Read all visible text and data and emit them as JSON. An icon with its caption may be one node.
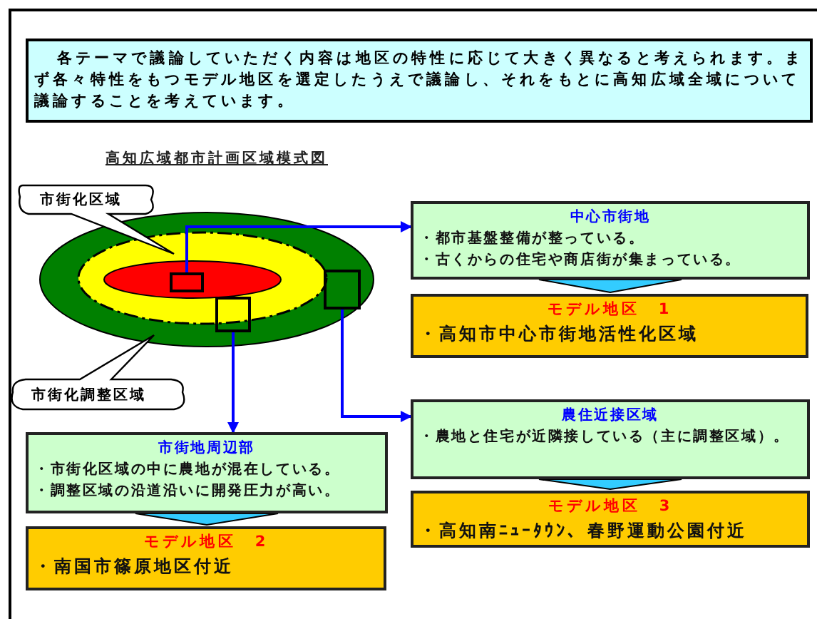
{
  "diagram": {
    "title": "高知広域都市計画区域模式図",
    "nodes": [
      {
        "text": [
          "各テーマで議論していただく内容は地区の特性に応じて大きく異なると考えられます。まず各々特性をもつモデル地区を選定したうえで議論し、それをもとに高知広域全域について議論することを考えています。"
        ]
      },
      {
        "text": [
          "市街化区域"
        ]
      },
      {
        "text": [
          "市街化調整区域"
        ]
      },
      {
        "text": [],
        "shape": "box"
      },
      {
        "text": [],
        "shape": "box"
      },
      {
        "text": [],
        "shape": "box"
      },
      {
        "text": [
          "中心市街地",
          "・都市基盤整備が整っている。",
          "・古くからの住宅や商店街が集まっている。"
        ]
      },
      {
        "text": [
          "モデル地区　1",
          "・高知市中心市街地活性化区域"
        ]
      },
      {
        "text": [
          "農住近接区域",
          "・農地と住宅が近隣接している（主に調整区域）。"
        ]
      },
      {
        "text": [
          "モデル地区　3",
          "・高知南ﾆｭｰﾀｳﾝ、春野運動公園付近"
        ]
      },
      {
        "text": [
          "市街地周辺部",
          "・市街化区域の中に農地が混在している。",
          "・調整区域の沿道沿いに開発圧力が高い。"
        ]
      },
      {
        "text": [
          "モデル地区　2",
          "・南国市篠原地区付近"
        ]
      }
    ],
    "edges": [
      {
        "from": 3,
        "to": 6,
        "arrow": "to",
        "color": "#0000ff"
      },
      {
        "from": 5,
        "to": 8,
        "arrow": "to",
        "color": "#0000ff"
      },
      {
        "from": 4,
        "to": 10,
        "arrow": "to",
        "color": "#0000ff"
      },
      {
        "from": 6,
        "to": 7,
        "arrow": "to"
      },
      {
        "from": 8,
        "to": 9,
        "arrow": "to"
      },
      {
        "from": 10,
        "to": 11,
        "arrow": "to"
      }
    ]
  }
}
